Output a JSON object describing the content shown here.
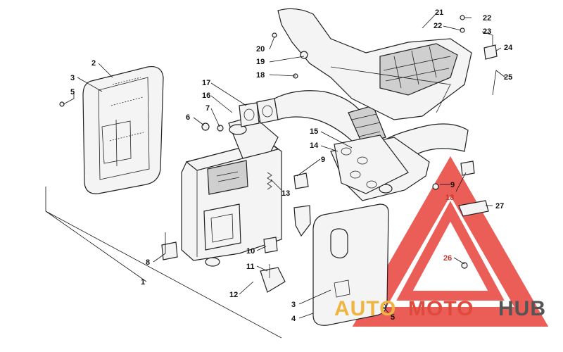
{
  "diagram": {
    "callouts": [
      "1",
      "2",
      "3",
      "5",
      "6",
      "7",
      "16",
      "17",
      "18",
      "19",
      "20",
      "21",
      "22",
      "22",
      "23",
      "24",
      "25",
      "15",
      "14",
      "9",
      "9",
      "13",
      "18",
      "27",
      "26",
      "8",
      "10",
      "11",
      "12",
      "3",
      "4",
      "5"
    ]
  },
  "watermark": {
    "auto": "AUTO",
    "moto": "MOTO",
    "hub": "HUB",
    "colors": {
      "auto": "#f0b541",
      "moto": "#e04a3c",
      "hub": "#555555",
      "triangle": "#e8413a"
    }
  }
}
